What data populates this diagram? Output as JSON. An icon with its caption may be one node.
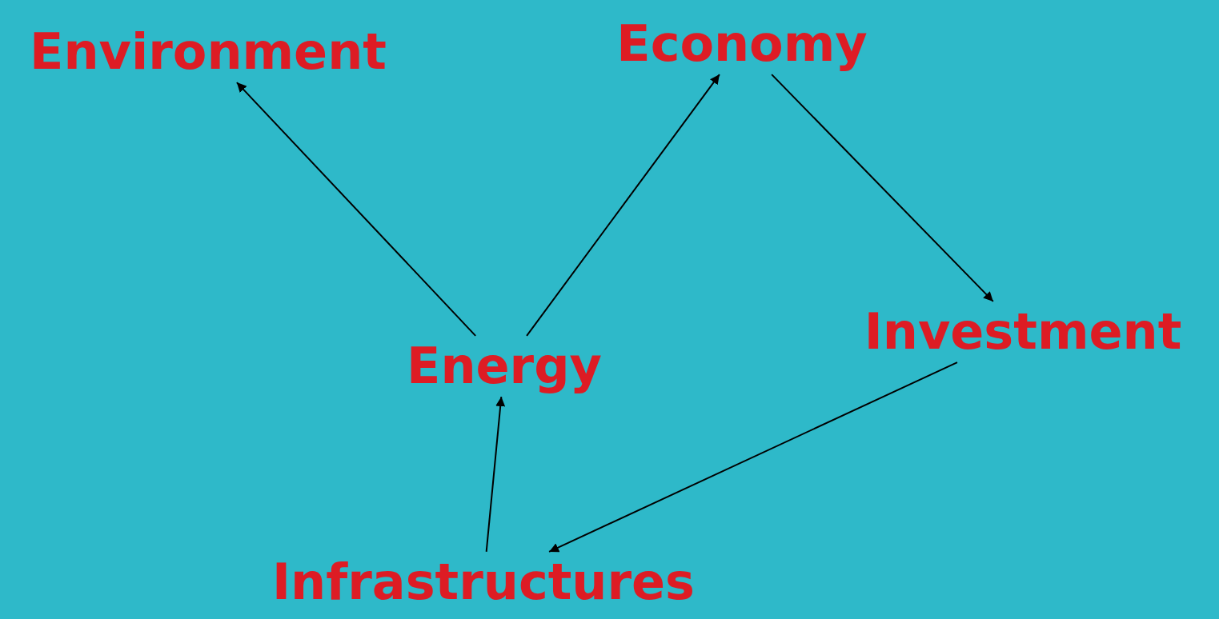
{
  "diagram": {
    "nodes": [
      {
        "text": [
          "Environment"
        ]
      },
      {
        "text": [
          "Economy"
        ]
      },
      {
        "text": [
          "Investment"
        ]
      },
      {
        "text": [
          "Energy"
        ]
      },
      {
        "text": [
          "Infrastructures"
        ]
      }
    ],
    "edges": [
      {
        "from": 3,
        "to": 0,
        "arrow": "to"
      },
      {
        "from": 3,
        "to": 1,
        "arrow": "to"
      },
      {
        "from": 1,
        "to": 2,
        "arrow": "to"
      },
      {
        "from": 2,
        "to": 4,
        "arrow": "to"
      },
      {
        "from": 4,
        "to": 3,
        "arrow": "to"
      }
    ]
  }
}
